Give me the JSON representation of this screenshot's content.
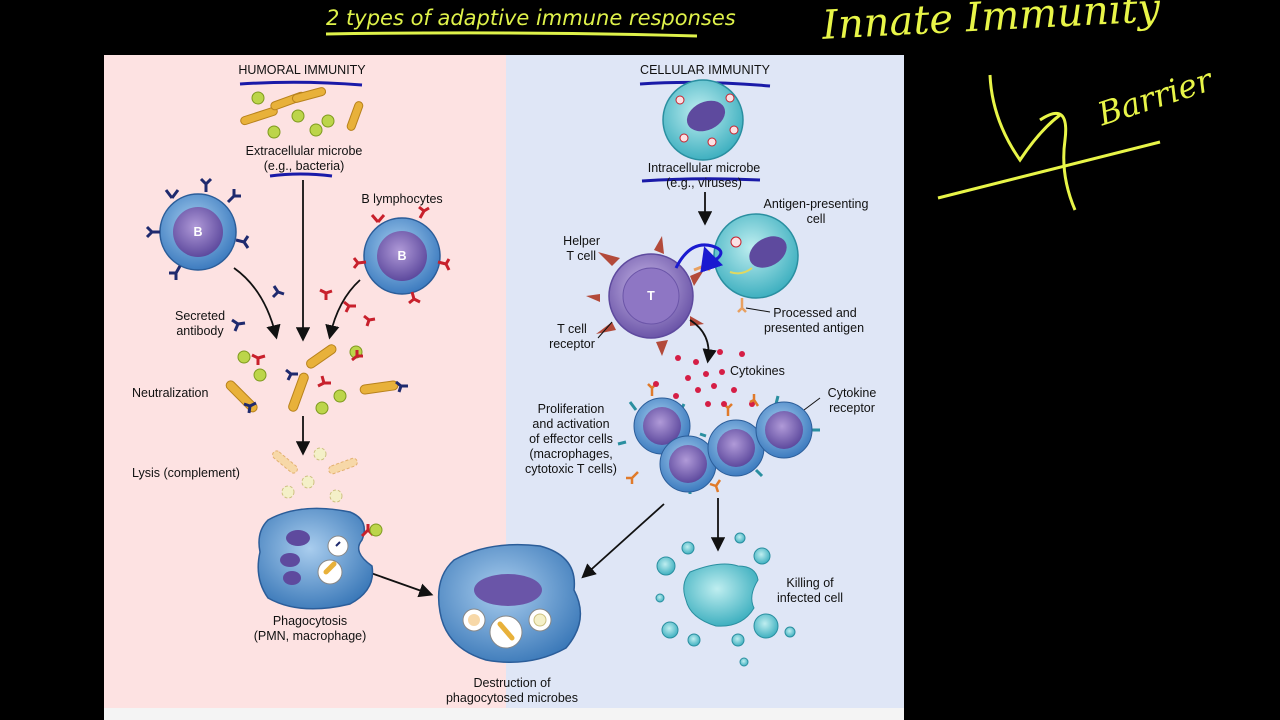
{
  "title": "2 types of adaptive immune responses",
  "handwriting": {
    "line1": "Innate Immunity",
    "line2": "Barrier"
  },
  "humoral": {
    "heading": "HUMORAL IMMUNITY",
    "microbe_line1": "Extracellular microbe",
    "microbe_line2": "(e.g., bacteria)",
    "b_lymphocytes": "B lymphocytes",
    "b_cell_letter": "B",
    "secreted_line1": "Secreted",
    "secreted_line2": "antibody",
    "neutralization": "Neutralization",
    "lysis": "Lysis (complement)",
    "phago_line1": "Phagocytosis",
    "phago_line2": "(PMN, macrophage)"
  },
  "cellular": {
    "heading": "CELLULAR IMMUNITY",
    "microbe_line1": "Intracellular microbe",
    "microbe_line2": "(e.g., viruses)",
    "apc_line1": "Antigen-presenting",
    "apc_line2": "cell",
    "helper_line1": "Helper",
    "helper_line2": "T cell",
    "t_letter": "T",
    "tcr_line1": "T cell",
    "tcr_line2": "receptor",
    "processed_line1": "Processed and",
    "processed_line2": "presented antigen",
    "cytokines": "Cytokines",
    "cyto_rec_line1": "Cytokine",
    "cyto_rec_line2": "receptor",
    "prolif_line1": "Proliferation",
    "prolif_line2": "and activation",
    "prolif_line3": "of effector cells",
    "prolif_line4": "(macrophages,",
    "prolif_line5": "cytotoxic T cells)",
    "killing_line1": "Killing of",
    "killing_line2": "infected cell"
  },
  "destruction_line1": "Destruction of",
  "destruction_line2": "phagocytosed microbes",
  "colors": {
    "humoral_bg": "#fde2e2",
    "cellular_bg": "#dfe6f6",
    "handwriting": "#e8f548",
    "annotation_blue": "#1a1aa8",
    "cell_blue": "#5b8fc9",
    "antibody_navy": "#1f2a6e",
    "antibody_red": "#c8202c",
    "bacteria": "#e8b13a",
    "cytokine_dot": "#d51e45"
  }
}
